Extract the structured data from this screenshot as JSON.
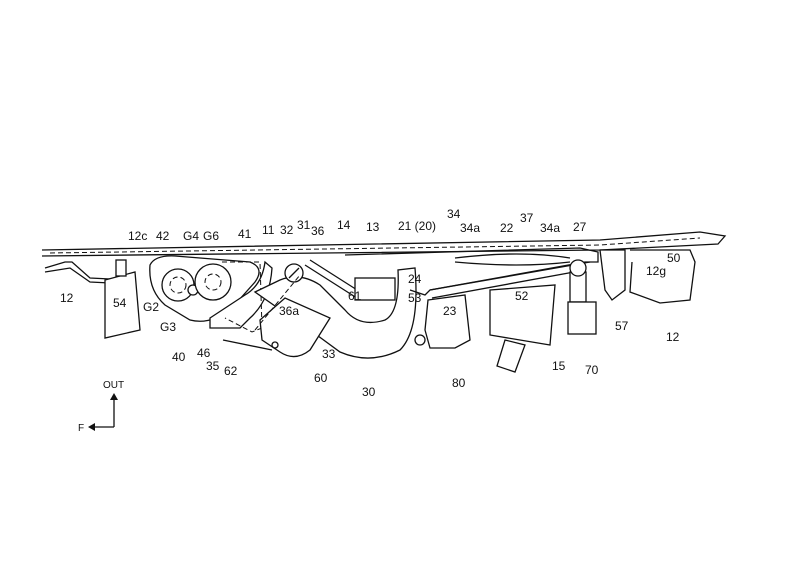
{
  "figure": {
    "labels": {
      "l12c": "12c",
      "l42": "42",
      "lG4": "G4",
      "lG6": "G6",
      "l41": "41",
      "l11": "11",
      "l32": "32",
      "l31": "31",
      "l36": "36",
      "l14": "14",
      "l13": "13",
      "l21": "21 (20)",
      "l34": "34",
      "l34a_1": "34a",
      "l37": "37",
      "l22": "22",
      "l34a_2": "34a",
      "l27": "27",
      "l50": "50",
      "l12g": "12g",
      "l12_left": "12",
      "l54": "54",
      "lG2": "G2",
      "l61": "61",
      "l24": "24",
      "l53": "53",
      "l36a": "36a",
      "lG3": "G3",
      "l46": "46",
      "l40": "40",
      "l35": "35",
      "l62": "62",
      "l33": "33",
      "l60": "60",
      "l30": "30",
      "l23": "23",
      "l52": "52",
      "l80": "80",
      "l15": "15",
      "l70": "70",
      "l57": "57",
      "l12_right": "12"
    },
    "axes": {
      "out": "OUT",
      "front": "F"
    }
  }
}
